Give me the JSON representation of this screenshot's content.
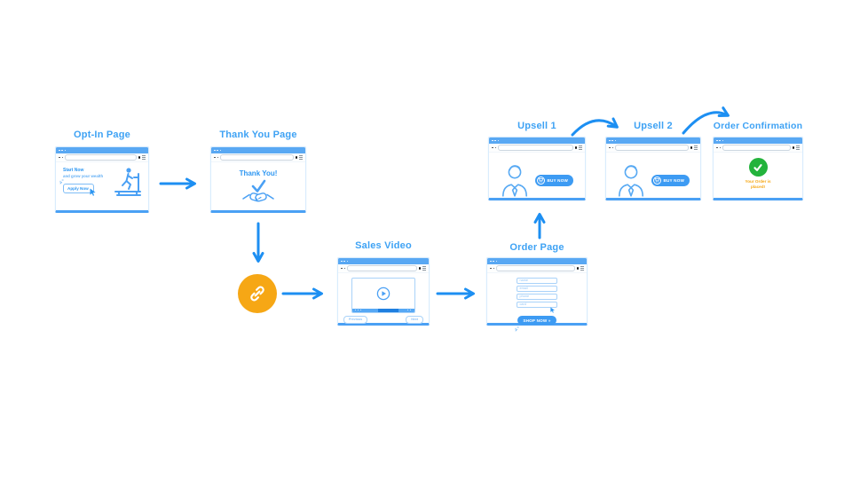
{
  "diagram": {
    "type": "sales-funnel-flowchart",
    "windows": {
      "opt_in": {
        "title": "Opt-In Page",
        "headline": "Start Now",
        "subheadline": "and grow your wealth",
        "cta": "Apply Now"
      },
      "thank_you": {
        "title": "Thank You Page",
        "message": "Thank You!"
      },
      "sales_video": {
        "title": "Sales Video",
        "prev_label": "Previous",
        "next_label": "Next"
      },
      "order_page": {
        "title": "Order Page",
        "fields": [
          "name",
          "email",
          "phone",
          "card"
        ],
        "cta": "SHOP NOW »"
      },
      "upsell_1": {
        "title": "Upsell 1",
        "cta": "BUY NOW"
      },
      "upsell_2": {
        "title": "Upsell 2",
        "cta": "BUY NOW"
      },
      "order_confirmation": {
        "title": "Order Confirmation",
        "message_line1": "Your Order is",
        "message_line2": "placed!"
      }
    },
    "icons": {
      "link": "chain-link-icon",
      "success": "green-check-icon",
      "play": "play-icon",
      "cart": "cart-icon",
      "person": "person-icon",
      "handshake_check": "handshake-check-icon",
      "runner": "runner-treadmill-icon",
      "cursor": "cursor-icon"
    },
    "colors": {
      "title_blue": "#3ea2f4",
      "chrome_blue": "#59a8f3",
      "arrow_blue": "#1d8ff2",
      "accent_blue": "#3d9bf3",
      "orange": "#f6a715",
      "green": "#23b33c"
    }
  }
}
